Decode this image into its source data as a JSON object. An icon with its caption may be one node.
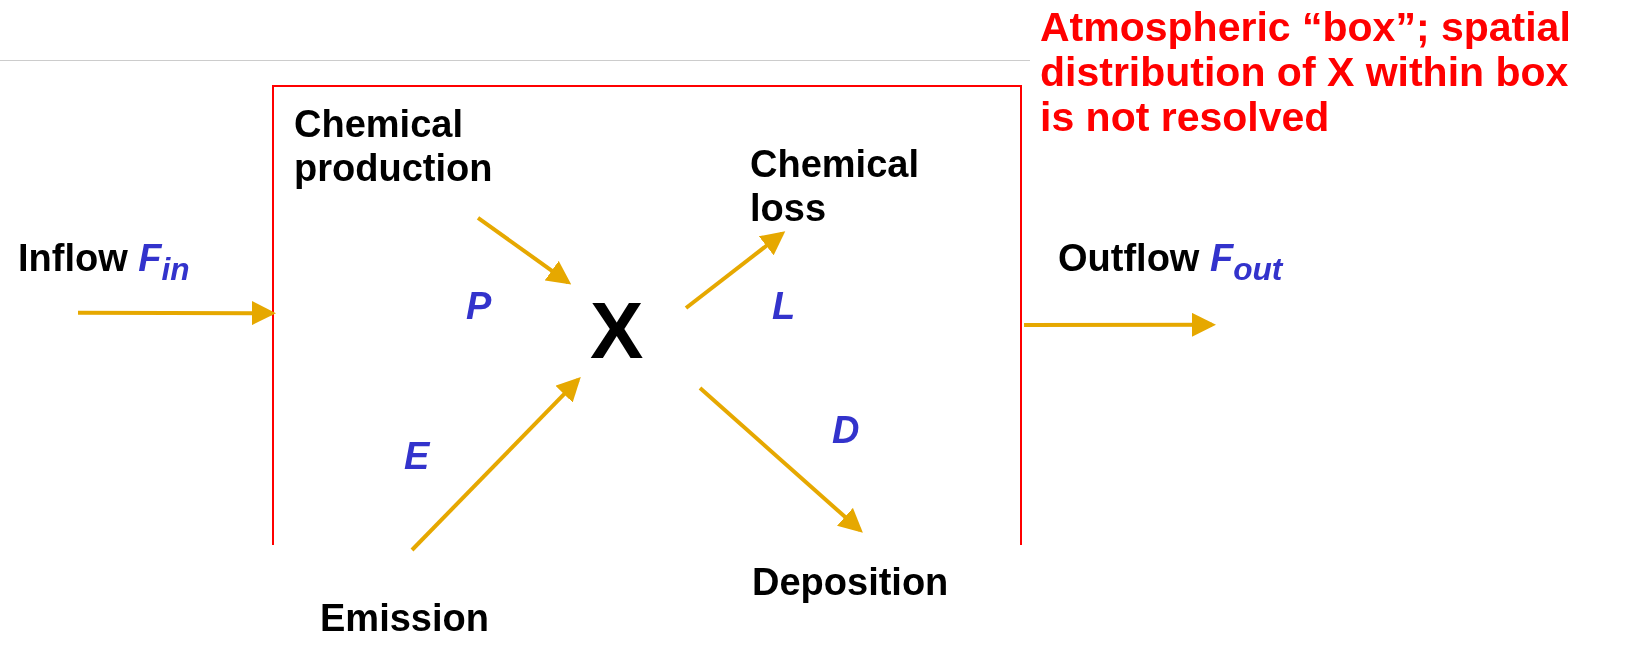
{
  "diagram": {
    "nodes": [
      {
        "text": [
          "Atmospheric “box”; spatial distribution of X within box is not resolved"
        ]
      },
      {
        "text": [
          "Inflow *F*$_{in}$"
        ]
      },
      {
        "text": [
          "Chemical production"
        ],
        "in": 0
      },
      {
        "text": [
          "X"
        ],
        "in": 0
      },
      {
        "text": [
          "Chemical loss"
        ],
        "in": 0
      },
      {
        "text": [
          "Emission"
        ]
      },
      {
        "text": [
          "Deposition"
        ]
      },
      {
        "text": [
          "Outflow *F*$_{out}$"
        ]
      }
    ],
    "edges": [
      {
        "from": 1,
        "to": 0,
        "arrow": "to"
      },
      {
        "from": 2,
        "to": 3,
        "arrow": "to",
        "label": "P"
      },
      {
        "from": 5,
        "to": 3,
        "arrow": "to",
        "label": "E"
      },
      {
        "from": 3,
        "to": 4,
        "arrow": "to",
        "label": "L"
      },
      {
        "from": 3,
        "to": 6,
        "arrow": "to",
        "label": "D"
      },
      {
        "from": 0,
        "to": 7,
        "arrow": "to"
      }
    ]
  }
}
